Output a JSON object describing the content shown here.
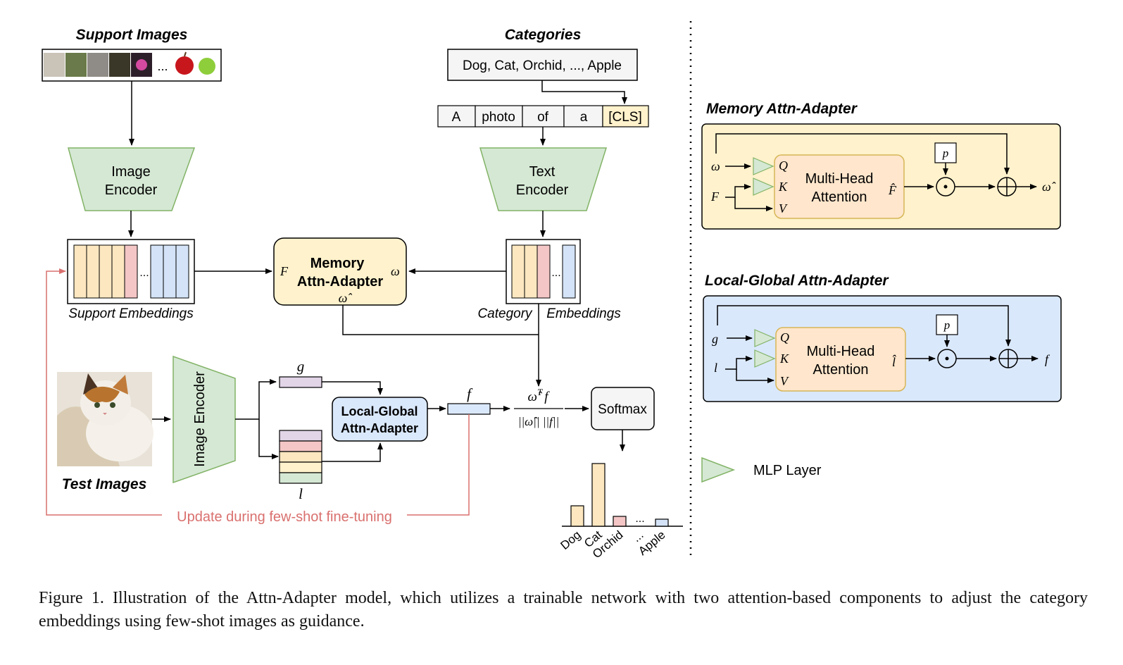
{
  "titles": {
    "support_images": "Support Images",
    "categories": "Categories",
    "test_images": "Test Images",
    "memory_panel": "Memory Attn-Adapter",
    "local_global_panel": "Local-Global Attn-Adapter"
  },
  "support_strip": {
    "ellipsis": "..."
  },
  "categories_box": "Dog, Cat, Orchid, ..., Apple",
  "prompt_tokens": [
    "A",
    "photo",
    "of",
    "a",
    "[CLS]"
  ],
  "encoders": {
    "image_line1": "Image",
    "image_line2": "Encoder",
    "text_line1": "Text",
    "text_line2": "Encoder",
    "test_image_encoder": "Image Encoder"
  },
  "embeddings": {
    "support_label": "Support Embeddings",
    "category_label_part1": "Category",
    "category_label_part2": "Embeddings",
    "ellipsis": "..."
  },
  "memory_adapter": {
    "line1": "Memory",
    "line2": "Attn-Adapter",
    "in_left": "F",
    "in_right": "ω",
    "out": "ω̂"
  },
  "local_global_adapter": {
    "line1": "Local-Global",
    "line2": "Attn-Adapter"
  },
  "symbols": {
    "g": "g",
    "l": "l",
    "f": "f",
    "omega": "ω",
    "F": "F",
    "p": "p",
    "Q": "Q",
    "K": "K",
    "V": "V",
    "F_hat": "F̂",
    "l_hat": "l̂",
    "omega_hat": "ω̂"
  },
  "similarity": {
    "numerator": "ω̂",
    "numerator_sup": "T",
    "numerator_f": "f",
    "denominator": "||ω̂|| ||f||"
  },
  "softmax": "Softmax",
  "update_label": "Update during few-shot fine-tuning",
  "attention_block": {
    "line1": "Multi-Head",
    "line2": "Attention"
  },
  "legend": {
    "mlp_label": "MLP Layer"
  },
  "output_chart": {
    "categories": [
      "Dog",
      "Cat",
      "Orchid",
      "...",
      "Apple"
    ],
    "colors": [
      "#fde7c0",
      "#fde7c0",
      "#f4c6c6",
      "",
      "#d4e3f7"
    ]
  },
  "colors": {
    "encoder_fill": "#d5e8d4",
    "encoder_stroke": "#82b366",
    "memory_fill": "#fff2cc",
    "memory_stroke": "#d6b656",
    "local_global_fill": "#dae8fc",
    "local_global_stroke": "#6c8ebf",
    "attention_fill": "#ffe6cc",
    "attention_stroke": "#d79b00",
    "update_red": "#d9706e"
  },
  "caption": "Figure 1. Illustration of the Attn-Adapter model, which utilizes a trainable network with two attention-based components to adjust the category embeddings using few-shot images as guidance."
}
